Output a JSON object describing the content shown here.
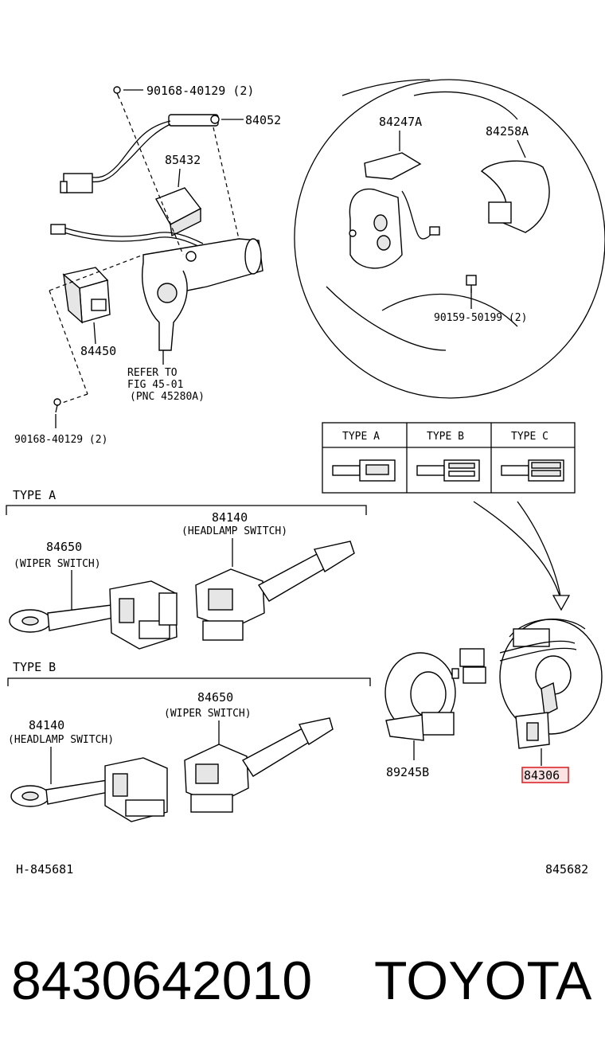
{
  "labels": {
    "screw_top": "90168-40129 (2)",
    "p84052": "84052",
    "p85432": "85432",
    "p84450": "84450",
    "refer_1": "REFER TO",
    "refer_2": "FIG 45-01",
    "refer_3": "(PNC 45280A)",
    "screw_bottom": "90168-40129 (2)",
    "p84247A": "84247A",
    "p84258A": "84258A",
    "screw_wheel": "90159-50199 (2)",
    "p89245B": "89245B",
    "p84306": "84306"
  },
  "connector_table": {
    "headers": [
      "TYPE A",
      "TYPE B",
      "TYPE C"
    ]
  },
  "type_a": {
    "title": "TYPE A",
    "headlamp_num": "84140",
    "headlamp_name": "(HEADLAMP SWITCH)",
    "wiper_num": "84650",
    "wiper_name": "(WIPER SWITCH)"
  },
  "type_b": {
    "title": "TYPE B",
    "wiper_num": "84650",
    "wiper_name": "(WIPER SWITCH)",
    "headlamp_num": "84140",
    "headlamp_name": "(HEADLAMP SWITCH)"
  },
  "footer": {
    "left_code": "H-845681",
    "right_code": "845682"
  },
  "caption": {
    "part_number": "8430642010",
    "brand": "TOYOTA"
  },
  "colors": {
    "highlight": "#d9262c"
  }
}
